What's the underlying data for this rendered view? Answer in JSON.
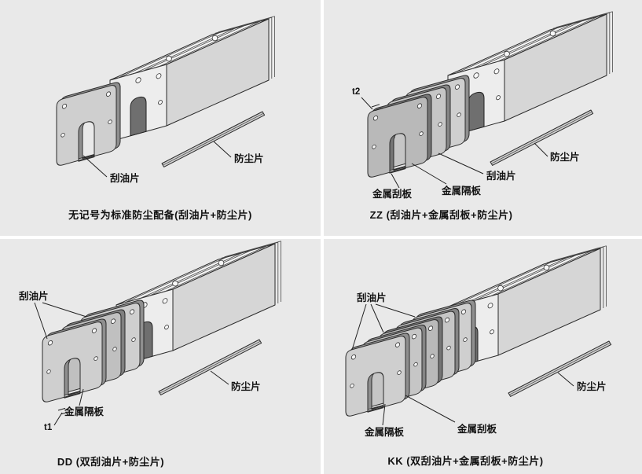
{
  "colors": {
    "panel_background": "#e9e9e9",
    "gutter": "#ffffff",
    "line": "#2b2b2b",
    "text": "#111111"
  },
  "panels": [
    {
      "id": "standard",
      "caption": "无记号为标准防尘配备(刮油片+防尘片)",
      "labels": {
        "wiper": "刮油片",
        "dust_plate": "防尘片"
      }
    },
    {
      "id": "zz",
      "caption": "ZZ (刮油片+金属刮板+防尘片)",
      "labels": {
        "t2": "t2",
        "scraper": "金属刮板",
        "spacer": "金属隔板",
        "wiper": "刮油片",
        "dust_plate": "防尘片"
      }
    },
    {
      "id": "dd",
      "caption": "DD (双刮油片+防尘片)",
      "labels": {
        "wiper": "刮油片",
        "spacer": "金属隔板",
        "t1": "t1",
        "dust_plate": "防尘片"
      }
    },
    {
      "id": "kk",
      "caption": "KK (双刮油片+金属刮板+防尘片)",
      "labels": {
        "wiper": "刮油片",
        "spacer": "金属隔板",
        "scraper": "金属刮板",
        "dust_plate": "防尘片"
      }
    }
  ]
}
